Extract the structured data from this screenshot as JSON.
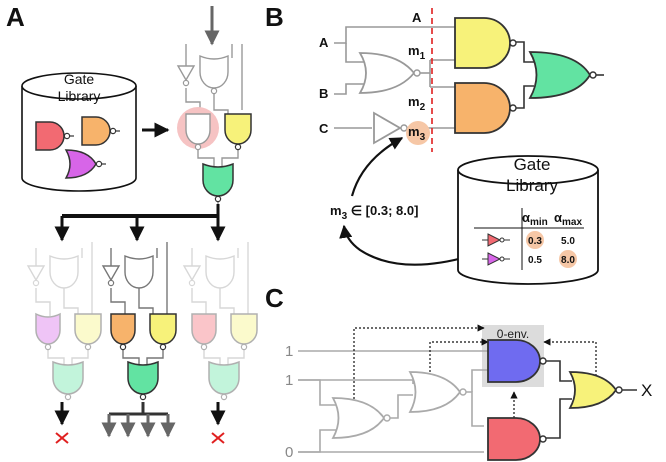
{
  "panels": {
    "a": {
      "label": "A",
      "library_line1": "Gate",
      "library_line2": "Library"
    },
    "b": {
      "label": "B",
      "inputs": [
        "A",
        "B",
        "C"
      ],
      "cut_labels": {
        "top": "A",
        "m1": "m",
        "m1_sub": "1",
        "m2": "m",
        "m2_sub": "2",
        "m3": "m",
        "m3_sub": "3"
      },
      "range_text": {
        "var": "m",
        "sub": "3",
        "rest": " ∈ [0.3; 8.0]"
      },
      "library_line1": "Gate",
      "library_line2": "Library",
      "table": {
        "col1": "α",
        "col1_sub": "min",
        "col2": "α",
        "col2_sub": "max",
        "rows": [
          {
            "gate": "red-inverter",
            "min": "0.3",
            "max": "5.0",
            "min_highlight": true,
            "max_highlight": false
          },
          {
            "gate": "purple-inverter",
            "min": "0.5",
            "max": "8.0",
            "min_highlight": false,
            "max_highlight": true
          }
        ]
      }
    },
    "c": {
      "label": "C",
      "inputs": [
        "1",
        "1",
        "0"
      ],
      "env_label": "0-env.",
      "output": "X"
    }
  },
  "colors": {
    "yellow": "#f7f27a",
    "orange": "#f7b36b",
    "green": "#62e3a2",
    "red": "#f26a72",
    "purple": "#d765e8",
    "blue": "#6f6bf0",
    "highlight": "#f6c7a6",
    "cut": "#e02020"
  }
}
